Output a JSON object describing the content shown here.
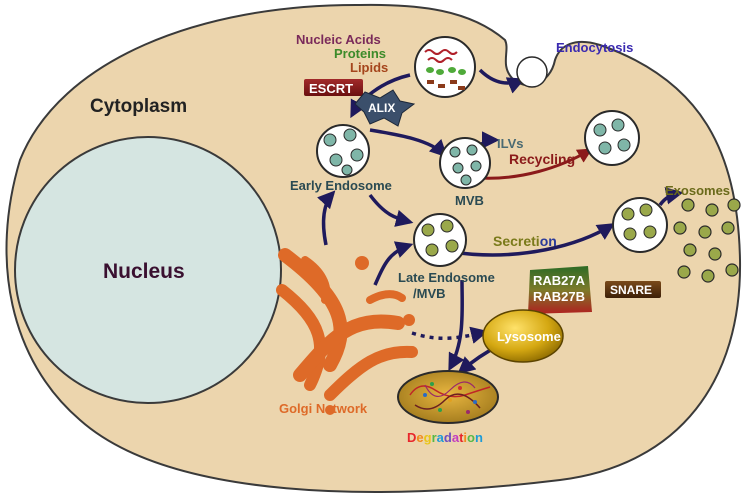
{
  "labels": {
    "cytoplasm": "Cytoplasm",
    "nucleus": "Nucleus",
    "nucleic_acids": "Nucleic Acids",
    "proteins": "Proteins",
    "lipids": "Lipids",
    "escrt": "ESCRT",
    "alix": "ALIX",
    "endocytosis": "Endocytosis",
    "early_endosome": "Early Endosome",
    "ilvs": "ILVs",
    "mvb": "MVB",
    "recycling": "Recycling",
    "exosomes": "Exosomes",
    "late_endosome_line1": "Late Endosome",
    "late_endosome_line2": "/MVB",
    "secretion_a": "Secreti",
    "secretion_b": "on",
    "rab27a": "RAB27A",
    "rab27b": "RAB27B",
    "snare": "SNARE",
    "lysosome": "Lysosome",
    "golgi": "Golgi Network",
    "degradation": [
      "D",
      "e",
      "g",
      "r",
      "a",
      "d",
      "a",
      "t",
      "i",
      "o",
      "n"
    ]
  },
  "colors": {
    "cell_fill": "#ecd5ad",
    "nucleus_fill": "#d5e5e1",
    "arrow": "#1f1a5c",
    "golgi": "#de6a28",
    "lysosome": "#c99b08",
    "escrt_fill": "#8a1c1c",
    "alix_fill": "#3b4f6b",
    "degradation_letters": [
      "#e8262b",
      "#f08a1d",
      "#e8c51a",
      "#56b847",
      "#1e9bd7",
      "#6c4ec2",
      "#c23dc0",
      "#e8262b",
      "#f08a1d",
      "#56b847",
      "#1e9bd7"
    ]
  }
}
